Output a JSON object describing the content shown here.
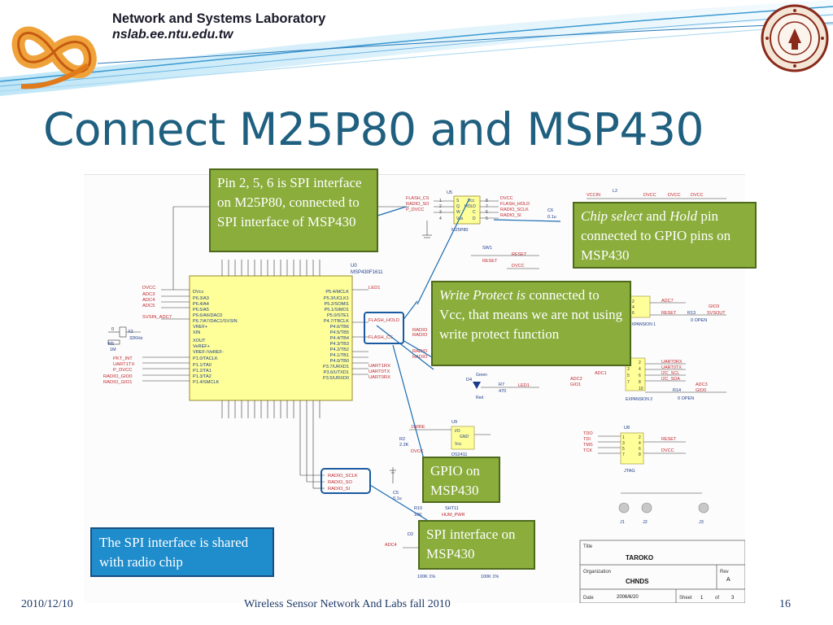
{
  "header": {
    "lab_name": "Network and Systems Laboratory",
    "lab_url": "nslab.ee.ntu.edu.tw"
  },
  "slide": {
    "title": "Connect M25P80 and MSP430"
  },
  "callouts": {
    "spi_pins": "Pin 2, 5, 6 is SPI interface on M25P80, connected to SPI interface of MSP430",
    "chip_select": {
      "part1": "Chip select",
      "part2": " and ",
      "part3": "Hold",
      "part4": " pin connected to  GPIO pins on MSP430"
    },
    "write_protect": {
      "part1": "Write Protect is",
      "part2": " connected to Vcc, that means we are not using write protect function"
    },
    "gpio": "GPIO on MSP430",
    "spi_msp": "SPI interface on MSP430",
    "shared": "The SPI interface is shared with radio chip"
  },
  "schematic": {
    "mcu_name": "U0",
    "mcu_part": "MSP430F1611",
    "flash_name": "U5",
    "flash_part": "M25P80",
    "left_pins": [
      "DVcc",
      "P6.3/A3",
      "P6.4/A4",
      "P6.5/A5",
      "P6.6/A6/DAC0",
      "P6.7/A7/DAC1/SVSIN",
      "VREF+",
      "XIN",
      "XOUT",
      "VeREF+",
      "VREF-/VeREF-",
      "P1.0/TACLK",
      "P1.1/TA0",
      "P1.2/TA1",
      "P1.3/TA2",
      "P1.4/SMCLK"
    ],
    "right_pins": [
      "P5.4/MCLK",
      "P5.3/UCLK1",
      "P5.2/SOMI1",
      "P5.1/SIMO1",
      "P5.0/STE1",
      "P4.7/TBCLK",
      "P4.6/TB6",
      "P4.5/TB5",
      "P4.4/TB4",
      "P4.3/TB3",
      "P4.2/TB2",
      "P4.1/TB1",
      "P4.0/TB0",
      "P3.7/URXD1",
      "P3.6/UTXD1",
      "P3.5/URXD0"
    ],
    "left_nets": [
      "DVCC",
      "ADC3",
      "ADC4",
      "ADC5",
      "SVSIN_ADC7",
      "PKT_INT",
      "UART1TX",
      "P_DVCC",
      "RADIO_GIO0",
      "RADIO_GIO1"
    ],
    "right_nets": [
      "LED1",
      "FLASH_HOLD",
      "FLASH_CS",
      "RADIO",
      "RADIO",
      "RADIO",
      "RADIO",
      "UART1RX",
      "UART0TX",
      "UART0RX"
    ],
    "bottom_nets": [
      "RADIO_SCLK",
      "RADIO_SO",
      "RADIO_SI"
    ],
    "flash_left": [
      "FLASH_CS",
      "RADIO_SO",
      "P_DVCC"
    ],
    "flash_right": [
      "DVCC",
      "FLASH_HOLD",
      "RADIO_SCLK",
      "RADIO_SI"
    ],
    "flash_pins": [
      "S",
      "Q",
      "W",
      "Vss",
      "Vcc",
      "HOLD",
      "C",
      "D"
    ],
    "flash_pin_numbers": [
      "1",
      "2",
      "3",
      "4",
      "8",
      "7",
      "6",
      "5"
    ],
    "flash_cap": "C6",
    "flash_cap_value": "0.1u",
    "top_right": [
      "VCCIN",
      "L2",
      "DVCC",
      "DVCC",
      "DVCC"
    ],
    "reset_label": "RESET",
    "switch_label": "SW1",
    "expansion1": "EXPANSION 1",
    "expansion2": "EXPANSION 2",
    "exp1_nets": [
      "ADC7",
      "RESET",
      "R13",
      "SVSOUT",
      "GIO3",
      "0 OPEN"
    ],
    "exp2_nets": [
      "UART0RX",
      "UART0TX",
      "I2C_SCL",
      "I2C_SDA",
      "ADC2",
      "ADC1",
      "GIO1",
      "ADC3",
      "GIO0",
      "R14",
      "0 OPEN"
    ],
    "jtag_label": "JTAG",
    "jtag_name": "U8",
    "jtag_nets": [
      "TDO",
      "TDI",
      "TMS",
      "TCK",
      "RESET",
      "DVCC"
    ],
    "u9": "U9",
    "u9_pins": [
      "I/O",
      "GND",
      "Vcc"
    ],
    "u9_part": "DS2411",
    "onewire": "1WIRE",
    "r2": "R2",
    "r2_value": "2.2K",
    "sht": "SHT11",
    "hum_pwr": "HUM_PWR",
    "r10": "R10",
    "r10_value": "10K",
    "c5": "C5",
    "c5_value": "0.1u",
    "adc4": "ADC4",
    "d2": "D2",
    "led_d4": "D4",
    "led_colors": [
      "Green",
      "Red"
    ],
    "r7": "R7",
    "r7_value": "470",
    "led1": "LED1",
    "r5": "R5",
    "r5_value": "1M",
    "x2": "X2",
    "x2_value": "32KHz",
    "c_zero": "0",
    "res_100k": "100K 1%",
    "testpoints": [
      "J1",
      "J2",
      "J3"
    ],
    "title_block": {
      "title_label": "Title",
      "title_value": "TAROKO",
      "org_label": "Organization",
      "org_value": "CHNDS",
      "rev_label": "Rev",
      "rev_value": "A",
      "date_label": "Date",
      "date_value": "2006/6/20",
      "sheet_label": "Sheet",
      "sheet_value": "1",
      "of_label": "of",
      "of_value": "3"
    }
  },
  "footer": {
    "date": "2010/12/10",
    "title": "Wireless Sensor Network And Labs fall 2010",
    "page": "16"
  },
  "colors": {
    "title": "#1f5f7f",
    "green_callout": "#8aad3c",
    "blue_callout": "#1f8ccc",
    "schematic_red": "#c0272d",
    "schematic_blue": "#1a3a8a",
    "mcu_fill": "#ffff99"
  }
}
